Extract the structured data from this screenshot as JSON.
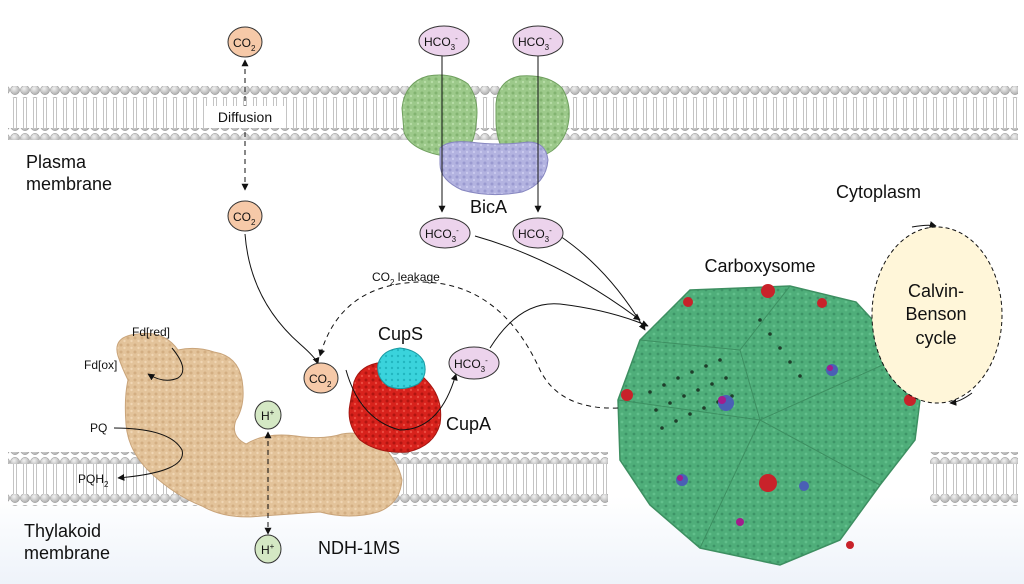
{
  "labels": {
    "plasma_membrane_line1": "Plasma",
    "plasma_membrane_line2": "membrane",
    "thylakoid_membrane_line1": "Thylakoid",
    "thylakoid_membrane_line2": "membrane",
    "cytoplasm": "Cytoplasm",
    "carboxysome": "Carboxysome",
    "calvin_line1": "Calvin-",
    "calvin_line2": "Benson",
    "calvin_line3": "cycle",
    "bica": "BicA",
    "cups": "CupS",
    "cupa": "CupA",
    "ndh": "NDH-1MS",
    "diffusion": "Diffusion",
    "co2_leakage_prefix": "CO",
    "co2_leakage_sub": "2",
    "co2_leakage_suffix": " leakage",
    "fd_red": "Fd[red]",
    "fd_ox": "Fd[ox]",
    "pq": "PQ",
    "pqh2_main": "PQH",
    "pqh2_sub": "2"
  },
  "molecules": {
    "co2_main": "CO",
    "co2_sub": "2",
    "hco3_main": "HCO",
    "hco3_sub": "3",
    "hco3_sup": "-",
    "h_main": "H",
    "h_sup": "+"
  },
  "colors": {
    "co2_fill": "#f6c9a8",
    "hco3_fill": "#ecd3ec",
    "h_fill": "#d4e8c4",
    "bica_green": "#9cc98a",
    "bica_purple": "#b3b3e0",
    "cups_cyan": "#3ad3dc",
    "cupa_red": "#d8221c",
    "ndh_tan": "#e3c39a",
    "carboxysome_green": "#4fae7a",
    "calvin_fill": "#fff6d9",
    "membrane_head": "#cfcfcf"
  }
}
